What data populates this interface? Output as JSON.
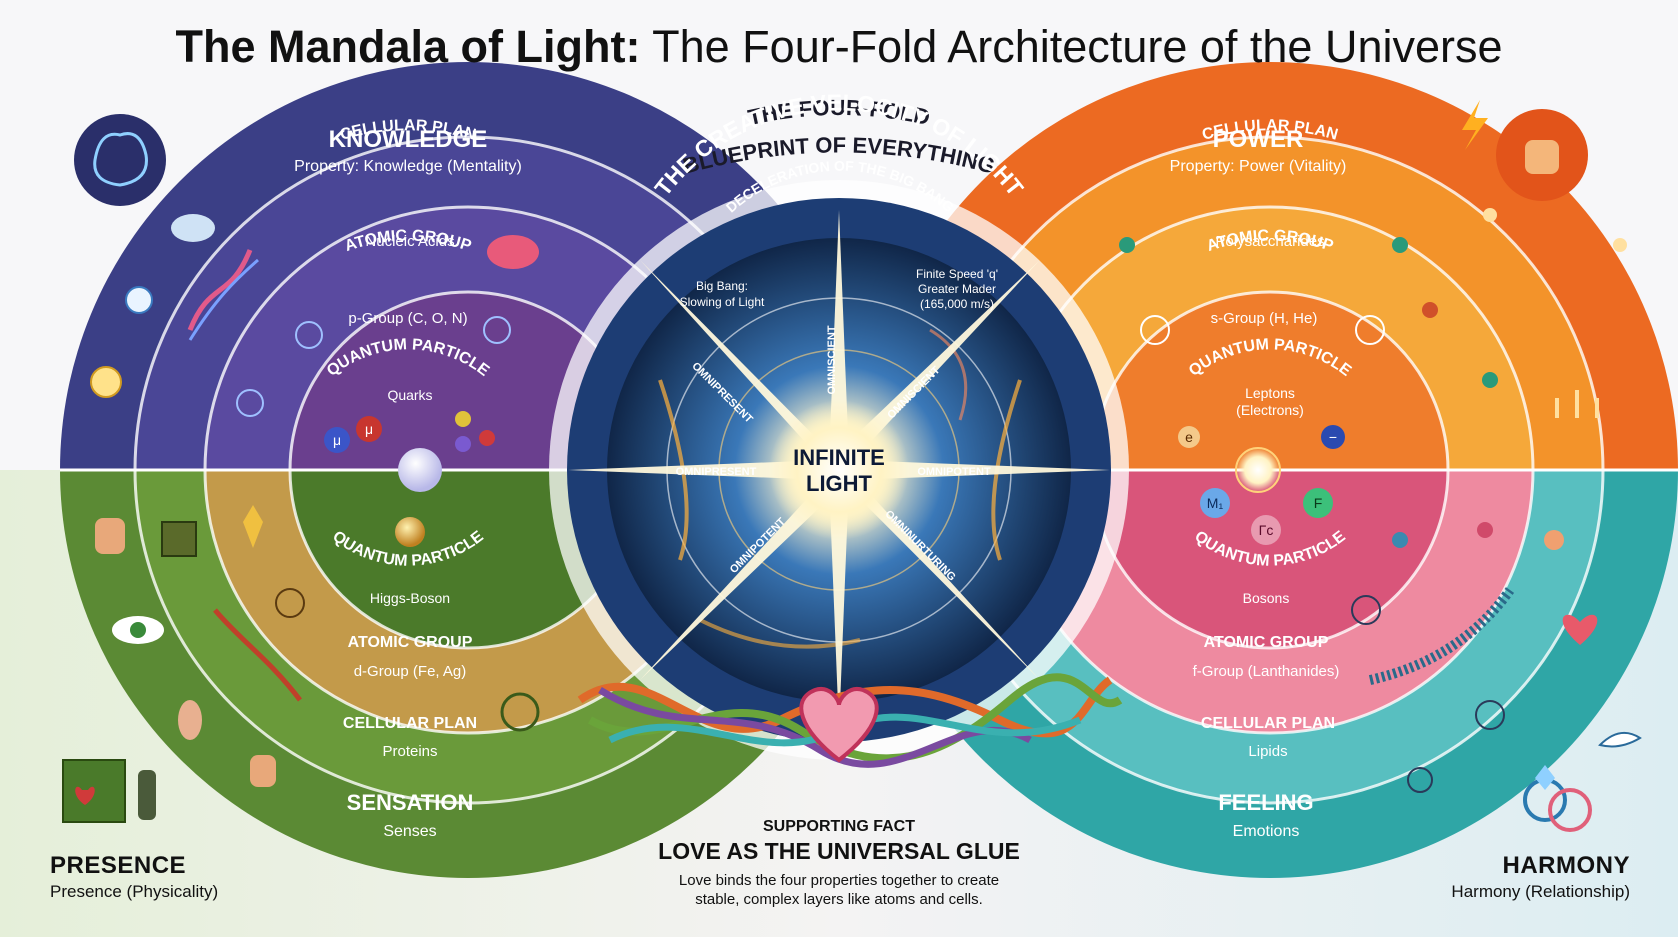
{
  "title": {
    "bold": "The Mandala of Light:",
    "rest": " The Four-Fold Architecture of the Universe"
  },
  "top_arc": {
    "line1": "THE FOUR-FOLD",
    "line2": "BLUEPRINT OF EVERYTHING"
  },
  "center": {
    "velocity": "THE CREATIVE VELOCITY OF LIGHT",
    "deceleration": "DECELERATION OF THE BIG BANG",
    "big_bang_1": "Big Bang:",
    "big_bang_2": "Slowing of Light",
    "finite_1": "Finite Speed 'q'",
    "finite_2": "Greater Mader",
    "finite_3": "(165,000 m/s)",
    "infinite_1": "INFINITE",
    "infinite_2": "LIGHT",
    "attributes": [
      "OMNISCIENT",
      "OMNISCIENT",
      "OMNIPRESENT",
      "OMNIPRESENT",
      "OMNIPOTENT",
      "OMNIPOTENT",
      "OMNINURTURING"
    ]
  },
  "quadrants": {
    "knowledge": {
      "name": "KNOWLEDGE",
      "property": "Property: Knowledge (Mentality)",
      "cellular": "CELLULAR PLAN",
      "cellular_sub": "Nucleic Acids",
      "atomic": "ATOMIC GROUP",
      "atomic_sub": "p-Group (C, O, N)",
      "quantum": "QUANTUM PARTICLE",
      "quantum_sub": "Quarks",
      "glyphs": [
        "μ",
        "μ"
      ]
    },
    "power": {
      "name": "POWER",
      "property": "Property: Power (Vitality)",
      "cellular": "CELLULAR PLAN",
      "cellular_sub": "Polysaccharides",
      "atomic": "ATOMIC GROUP",
      "atomic_sub": "s-Group (H, He)",
      "quantum": "QUANTUM PARTICLE",
      "quantum_sub_1": "Leptons",
      "quantum_sub_2": "(Electrons)",
      "glyphs": [
        "e",
        "−"
      ]
    },
    "sensation": {
      "name": "SENSATION",
      "property": "Senses",
      "cellular": "CELLULAR PLAN",
      "cellular_sub": "Proteins",
      "atomic": "ATOMIC GROUP",
      "atomic_sub": "d-Group (Fe, Ag)",
      "quantum": "QUANTUM PARTICLE",
      "quantum_sub": "Higgs-Boson"
    },
    "feeling": {
      "name": "FEELING",
      "property": "Emotions",
      "cellular": "CELLULAR PLAN",
      "cellular_sub": "Lipids",
      "atomic": "ATOMIC GROUP",
      "atomic_sub": "f-Group (Lanthanides)",
      "quantum": "QUANTUM PARTICLE",
      "quantum_sub": "Bosons",
      "glyphs": [
        "M₁",
        "F",
        "Γc"
      ]
    }
  },
  "corners": {
    "presence": {
      "heading": "PRESENCE",
      "sub": "Presence (Physicality)"
    },
    "harmony": {
      "heading": "HARMONY",
      "sub": "Harmony (Relationship)"
    }
  },
  "fact": {
    "kicker": "SUPPORTING FACT",
    "heading": "LOVE AS THE UNIVERSAL GLUE",
    "body_1": "Love binds the four properties together to create",
    "body_2": "stable, complex layers like atoms and cells."
  },
  "colors": {
    "knowledge": "#3b3f86",
    "knowledge_mid": "#5a4aa0",
    "knowledge_inner": "#6a3f8e",
    "power": "#ec6a22",
    "power_mid": "#f3932a",
    "power_inner": "#f5a83a",
    "sensation": "#5b8a34",
    "sensation_mid": "#c39a4a",
    "sensation_inner": "#4b7a2a",
    "feeling": "#2fa6a6",
    "feeling_mid": "#58bfc0",
    "feeling_inner": "#d9557a",
    "center_dark": "#14305a",
    "center_light": "#2a6fb0"
  }
}
